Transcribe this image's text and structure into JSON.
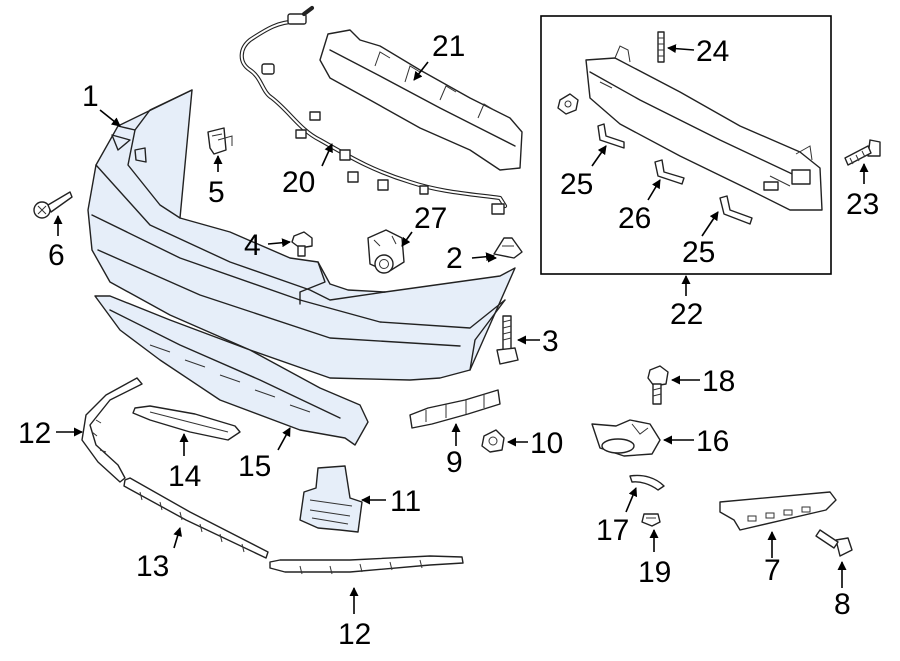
{
  "callouts": {
    "c1": "1",
    "c2": "2",
    "c3": "3",
    "c4": "4",
    "c5": "5",
    "c6": "6",
    "c7": "7",
    "c8": "8",
    "c9": "9",
    "c10": "10",
    "c11": "11",
    "c12a": "12",
    "c12b": "12",
    "c13": "13",
    "c14": "14",
    "c15": "15",
    "c16": "16",
    "c17": "17",
    "c18": "18",
    "c19": "19",
    "c20": "20",
    "c21": "21",
    "c22": "22",
    "c23": "23",
    "c24": "24",
    "c25a": "25",
    "c25b": "25",
    "c26": "26",
    "c27": "27"
  },
  "colors": {
    "part_tint": "#e6eef9",
    "outline": "#222222",
    "background": "#ffffff"
  }
}
